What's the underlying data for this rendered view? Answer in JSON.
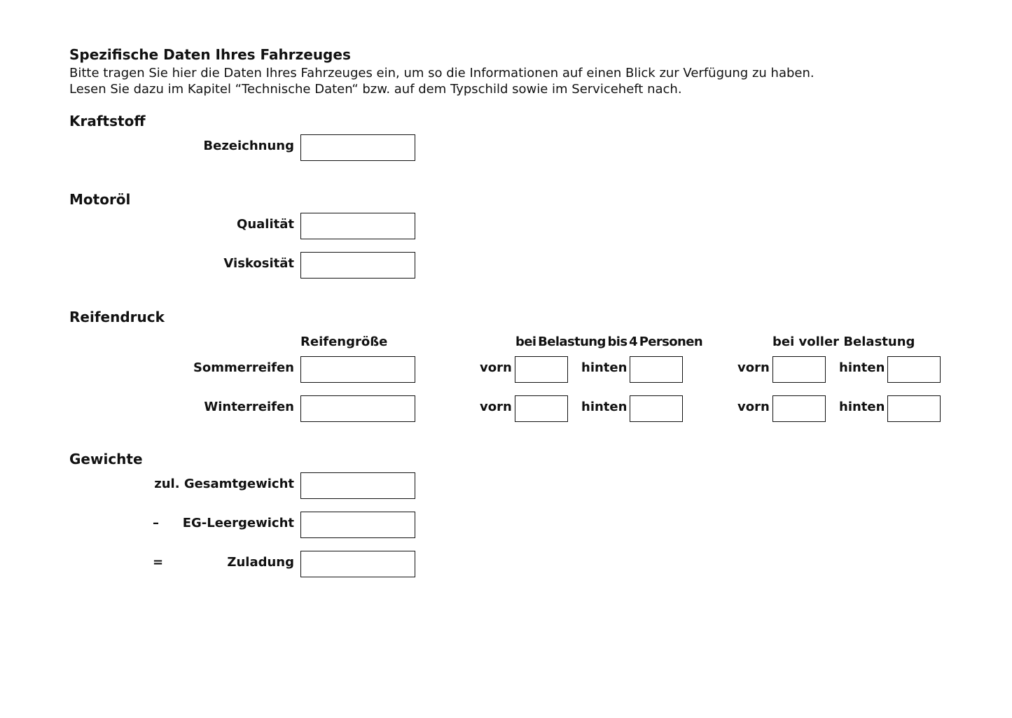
{
  "header": {
    "title": "Spezifische Daten Ihres Fahrzeuges",
    "intro_line1": "Bitte tragen Sie hier die Daten Ihres Fahrzeuges ein, um so die Informationen auf einen Blick zur Verfügung zu haben.",
    "intro_line2": "Lesen Sie dazu im Kapitel “Technische Daten“ bzw. auf dem Typschild sowie im Serviceheft nach."
  },
  "kraftstoff": {
    "heading": "Kraftstoff",
    "bezeichnung_label": "Bezeichnung",
    "bezeichnung_value": ""
  },
  "motoroel": {
    "heading": "Motoröl",
    "qualitaet_label": "Qualität",
    "qualitaet_value": "",
    "viskositaet_label": "Viskosität",
    "viskositaet_value": ""
  },
  "reifendruck": {
    "heading": "Reifendruck",
    "col_reifengroesse": "Reifengröße",
    "col_bis4": "bei Belastung bis 4 Personen",
    "col_voll": "bei voller Belastung",
    "vorn_label": "vorn",
    "hinten_label": "hinten",
    "rows": [
      {
        "label": "Sommerreifen",
        "size": "",
        "bis4_vorn": "",
        "bis4_hinten": "",
        "voll_vorn": "",
        "voll_hinten": ""
      },
      {
        "label": "Winterreifen",
        "size": "",
        "bis4_vorn": "",
        "bis4_hinten": "",
        "voll_vorn": "",
        "voll_hinten": ""
      }
    ]
  },
  "gewichte": {
    "heading": "Gewichte",
    "gesamt_label": "zul. Gesamtgewicht",
    "gesamt_value": "",
    "minus_sign": "–",
    "leer_label": "EG-Leergewicht",
    "leer_value": "",
    "equals_sign": "=",
    "zuladung_label": "Zuladung",
    "zuladung_value": ""
  }
}
